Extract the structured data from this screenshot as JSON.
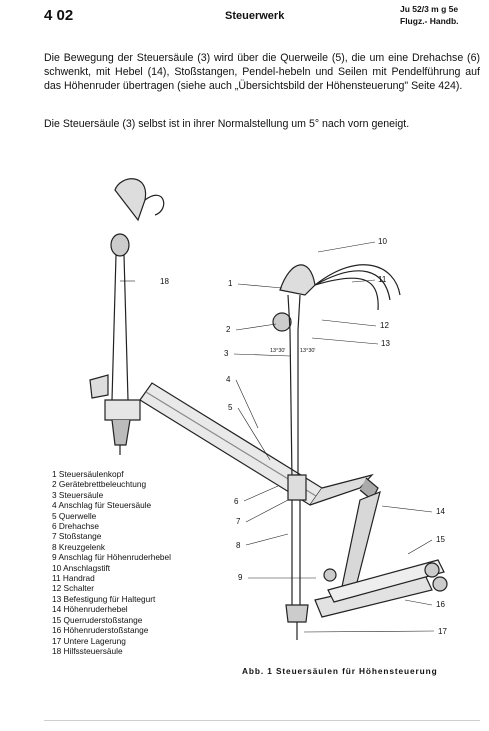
{
  "header": {
    "page_number": "4 02",
    "section_title": "Steuerwerk",
    "reference_line1": "Ju 52/3 m g 5e",
    "reference_line2": "Flugz.- Handb."
  },
  "body": {
    "paragraph1": "Die Bewegung der Steuersäule (3) wird über die Querweile (5), die um eine Drehachse (6) schwenkt, mit Hebel (14), Stoßstangen, Pendel-hebeln und Seilen mit Pendelführung auf das Höhenruder übertragen (siehe auch „Übersichtsbild der Höhensteuerung\" Seite    424).",
    "paragraph2": "Die Steuersäule (3) selbst ist in ihrer Normalstellung um 5° nach vorn geneigt."
  },
  "figure": {
    "callouts": [
      "18",
      "1",
      "2",
      "3",
      "4",
      "5",
      "6",
      "7",
      "8",
      "9",
      "10",
      "11",
      "12",
      "13",
      "14",
      "15",
      "16",
      "17"
    ],
    "angle_labels": [
      "13°30'",
      "13°30'"
    ],
    "legend": [
      "1  Steuersäulenkopf",
      "2  Gerätebrettbeleuchtung",
      "3  Steuersäule",
      "4  Anschlag für Steuersäule",
      "5  Querwelle",
      "6  Drehachse",
      "7  Stoßstange",
      "8  Kreuzgelenk",
      "9  Anschlag für Höhenruderhebel",
      "10  Anschlagstift",
      "11  Handrad",
      "12  Schalter",
      "13  Befestigung für Haltegurt",
      "14  Höhenruderhebel",
      "15  Querruderstoßstange",
      "16  Höhenruderstoßstange",
      "17  Untere Lagerung",
      "18  Hilfssteuersäule"
    ],
    "caption": "Abb. 1   Steuersäulen für Höhensteuerung"
  }
}
